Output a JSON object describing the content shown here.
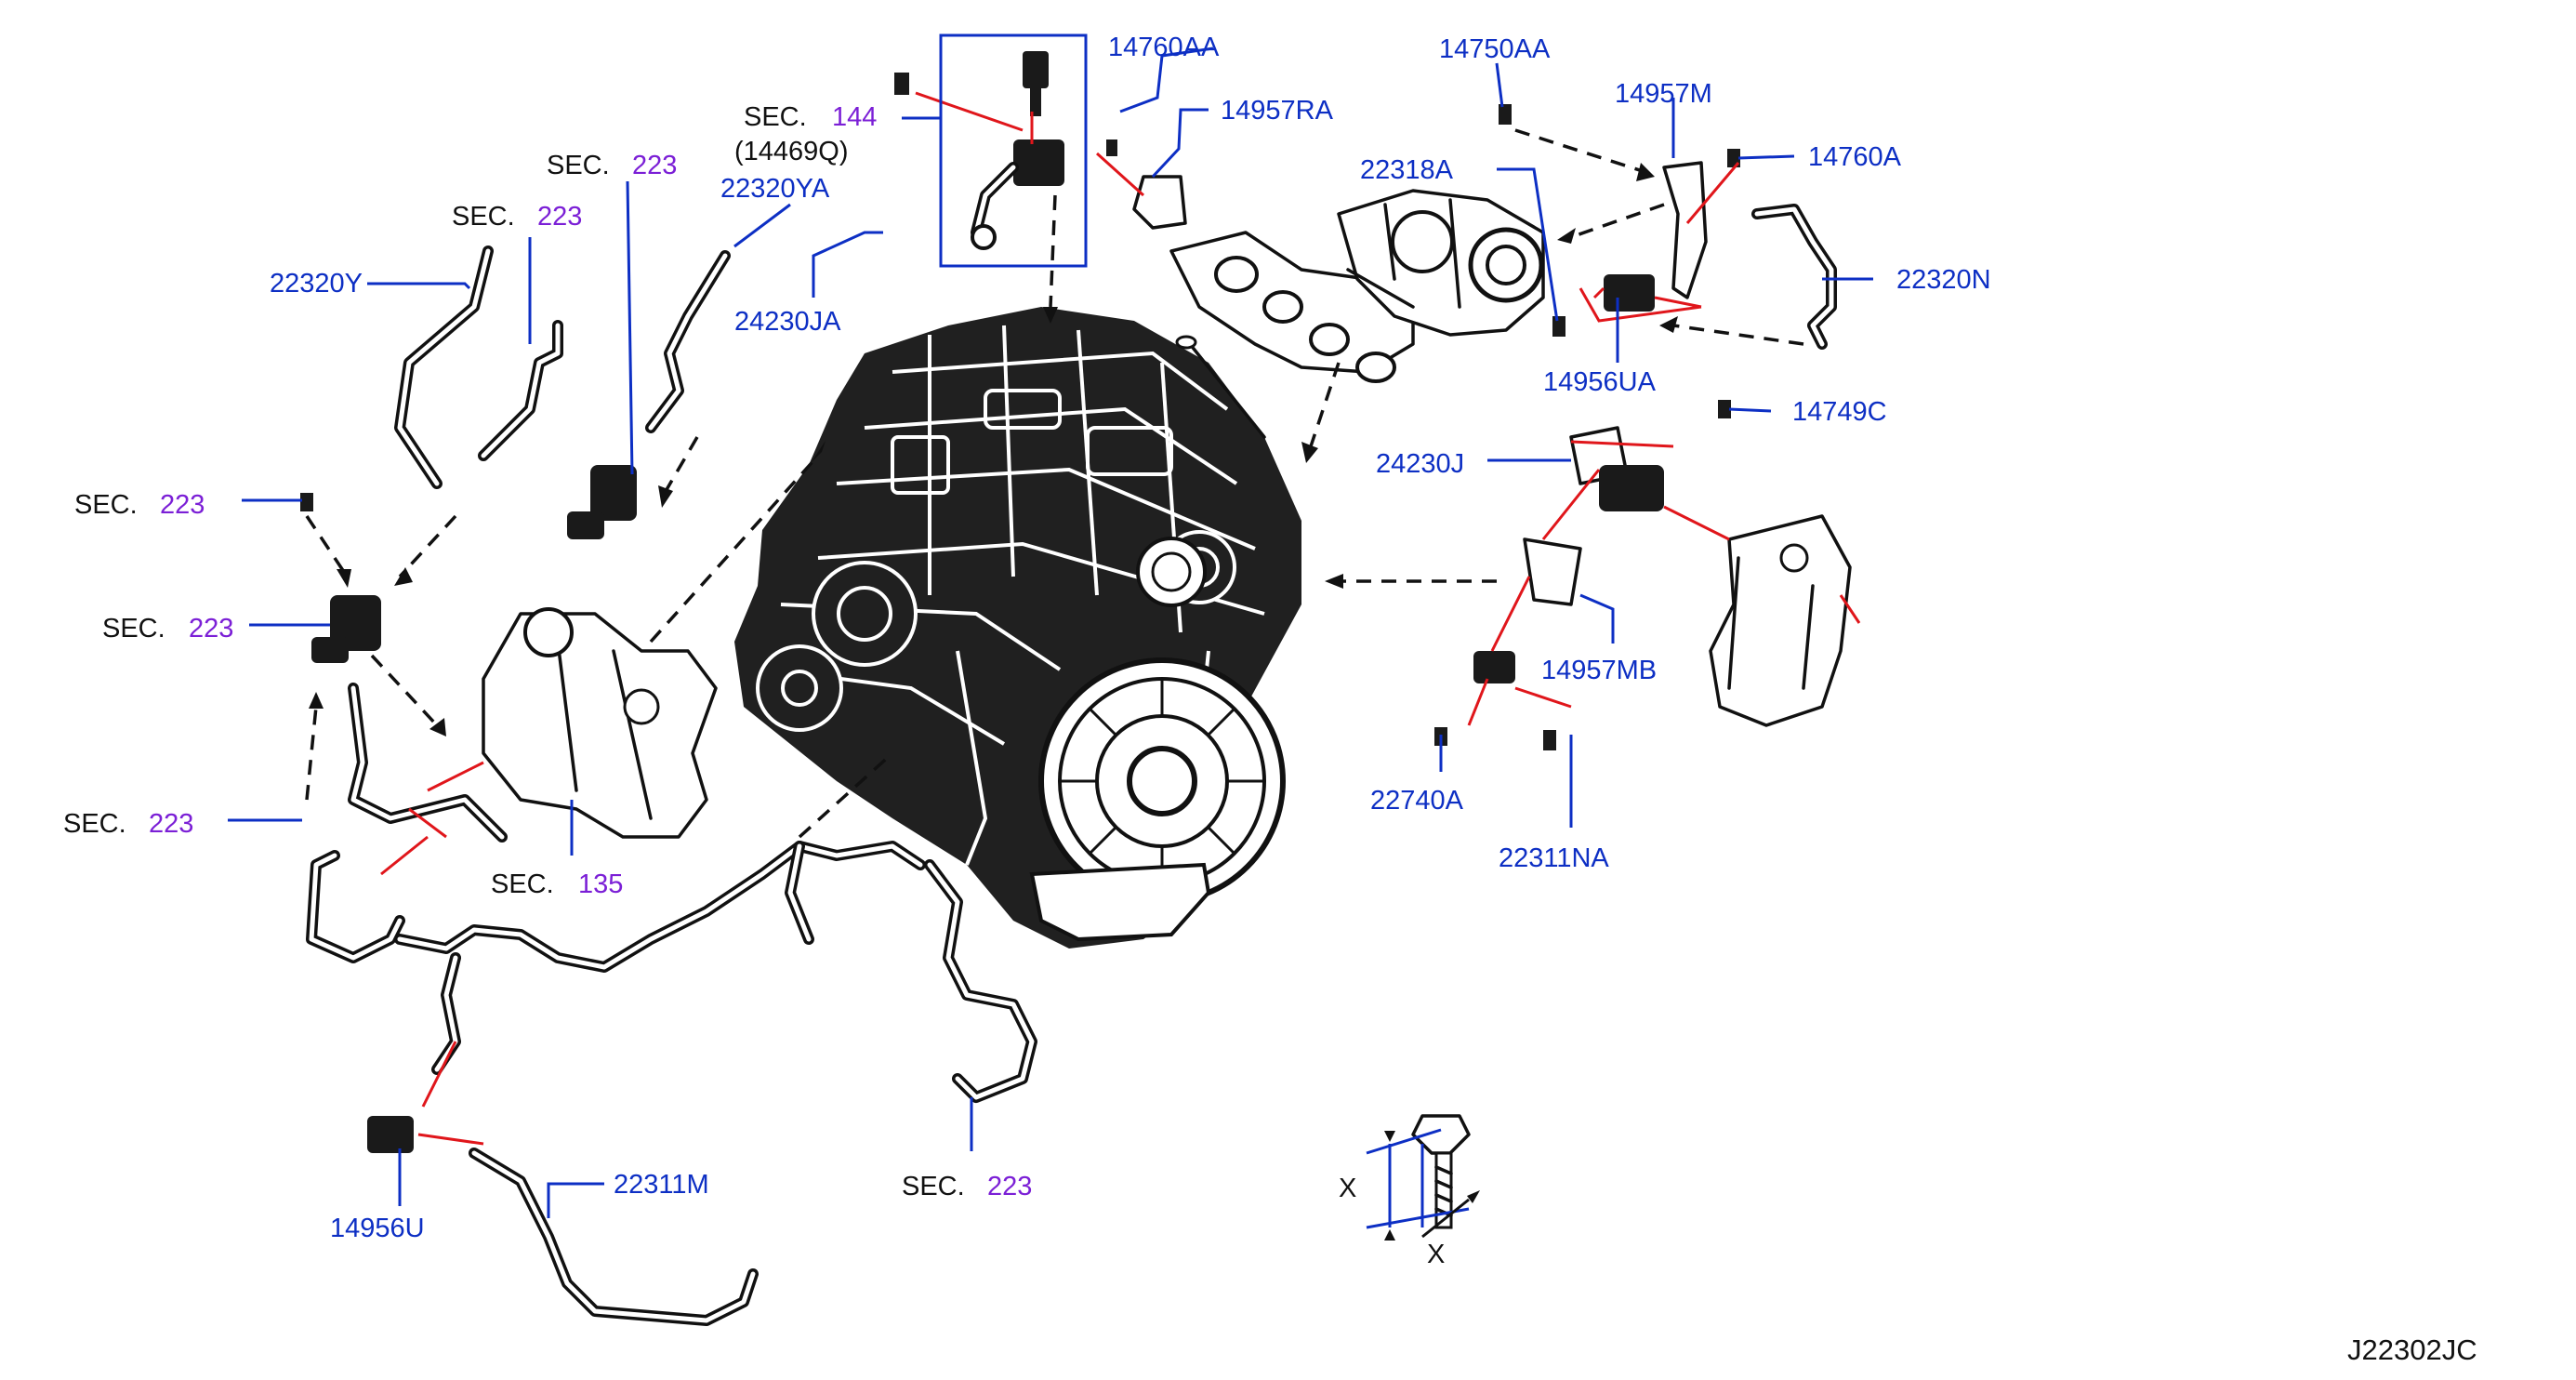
{
  "diagram": {
    "reference_code": "J22302JC",
    "sec_prefix": "SEC.",
    "sections": {
      "sec_144": "144",
      "sec_144_sub": "(14469Q)",
      "sec_223": "223",
      "sec_135": "135"
    },
    "part_numbers": {
      "p14760AA": "14760AA",
      "p14957RA": "14957RA",
      "p14750AA": "14750AA",
      "p14957M": "14957M",
      "p14760A": "14760A",
      "p22318A": "22318A",
      "p22320N": "22320N",
      "p14956UA": "14956UA",
      "p14749C": "14749C",
      "p24230J": "24230J",
      "p14957MB": "14957MB",
      "p22740A": "22740A",
      "p22311NA": "22311NA",
      "p22320YA": "22320YA",
      "p24230JA": "24230JA",
      "p22320Y": "22320Y",
      "p22311M": "22311M",
      "p14956U": "14956U"
    },
    "dimension_label": "X",
    "colors": {
      "part_label": "#0d2fc4",
      "section_number": "#7b1fd6",
      "connector_line": "#e0161b",
      "line_art": "#111111"
    }
  }
}
